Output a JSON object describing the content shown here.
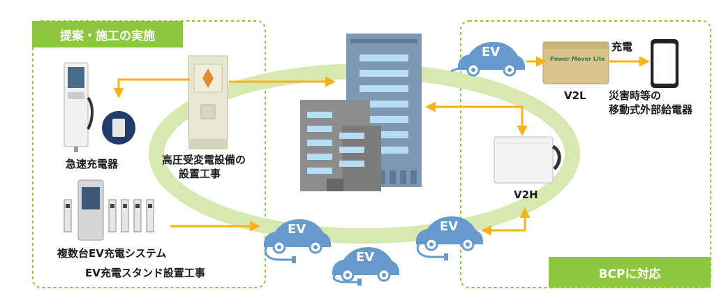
{
  "left_panel": {
    "tag": "提案・施工の実施"
  },
  "right_panel": {
    "tag": "BCPに対応"
  },
  "labels": {
    "quick_charger": "急速充電器",
    "substation_line1": "高圧受変電設備の",
    "substation_line2": "設置工事",
    "multi_charger": "複数台EV充電システム",
    "stand_work": "EV充電スタンド設置工事",
    "v2l": "V2L",
    "disaster_line1": "災害時等の",
    "disaster_line2": "移動式外部給電器",
    "v2h": "V2H",
    "charge": "充電"
  },
  "ev_label": "EV",
  "device_brand": "Power Mover Lite",
  "colors": {
    "green": "#8dc63f",
    "ring": "#d7e9b0",
    "orange": "#f7b21a",
    "car": "#6699cc",
    "building": "#7d97b5"
  }
}
